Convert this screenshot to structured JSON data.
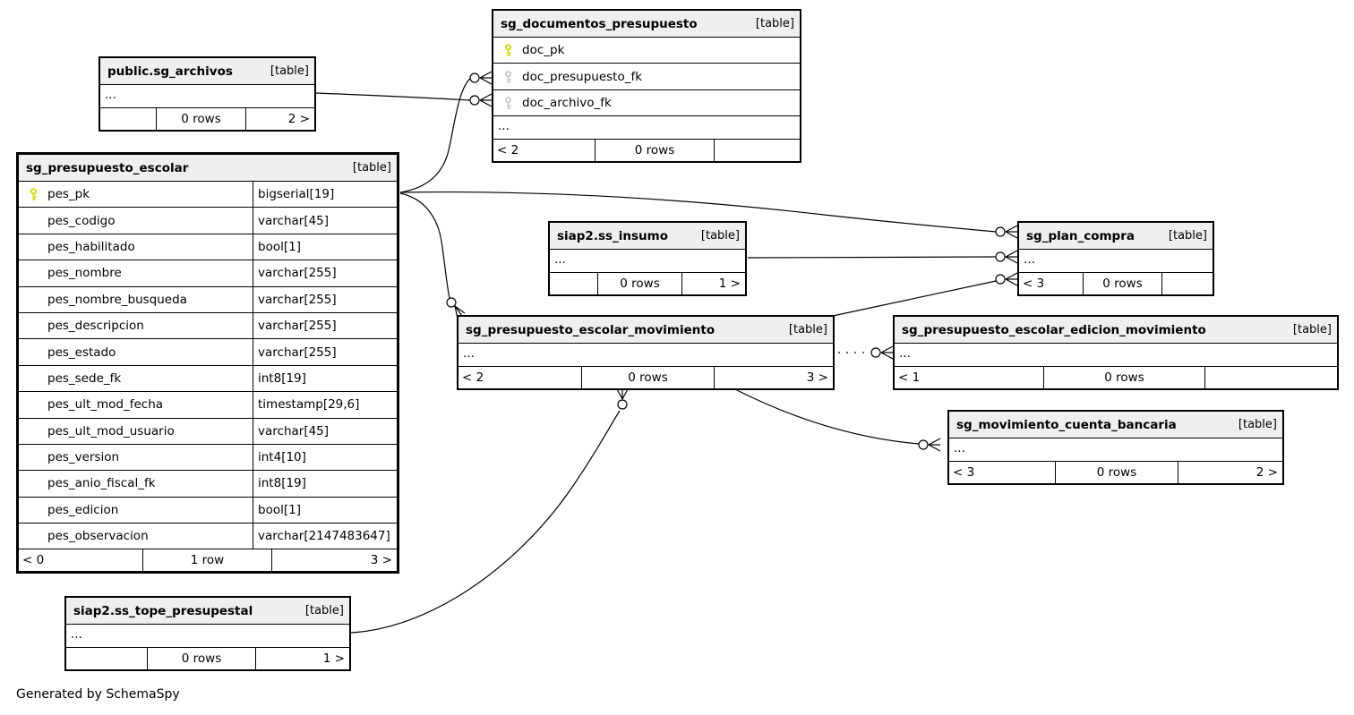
{
  "diagram": {
    "credit": "Generated by SchemaSpy"
  },
  "colors": {
    "pk_key": "#d8d800",
    "fk_key": "#c9c9c9",
    "header_bg": "#efefef",
    "border": "#000000",
    "line": "#000000"
  },
  "tables": [
    {
      "id": "sg_documentos_presupuesto",
      "title": "sg_documentos_presupuesto",
      "tag": "[table]",
      "columns": [
        {
          "name": "doc_pk",
          "key": "pk"
        },
        {
          "name": "doc_presupuesto_fk",
          "key": "fk"
        },
        {
          "name": "doc_archivo_fk",
          "key": "fk"
        }
      ],
      "ellipsis": "...",
      "footer": {
        "left": "< 2",
        "center": "0 rows",
        "right": ""
      }
    },
    {
      "id": "public.sg_archivos",
      "title": "public.sg_archivos",
      "tag": "[table]",
      "columns": [],
      "ellipsis": "...",
      "footer": {
        "left": "",
        "center": "0 rows",
        "right": "2 >"
      }
    },
    {
      "id": "sg_presupuesto_escolar",
      "title": "sg_presupuesto_escolar",
      "tag": "[table]",
      "columns": [
        {
          "name": "pes_pk",
          "type": "bigserial[19]",
          "key": "pk"
        },
        {
          "name": "pes_codigo",
          "type": "varchar[45]"
        },
        {
          "name": "pes_habilitado",
          "type": "bool[1]"
        },
        {
          "name": "pes_nombre",
          "type": "varchar[255]"
        },
        {
          "name": "pes_nombre_busqueda",
          "type": "varchar[255]"
        },
        {
          "name": "pes_descripcion",
          "type": "varchar[255]"
        },
        {
          "name": "pes_estado",
          "type": "varchar[255]"
        },
        {
          "name": "pes_sede_fk",
          "type": "int8[19]"
        },
        {
          "name": "pes_ult_mod_fecha",
          "type": "timestamp[29,6]"
        },
        {
          "name": "pes_ult_mod_usuario",
          "type": "varchar[45]"
        },
        {
          "name": "pes_version",
          "type": "int4[10]"
        },
        {
          "name": "pes_anio_fiscal_fk",
          "type": "int8[19]"
        },
        {
          "name": "pes_edicion",
          "type": "bool[1]"
        },
        {
          "name": "pes_observacion",
          "type": "varchar[2147483647]"
        }
      ],
      "ellipsis": "",
      "footer": {
        "left": "< 0",
        "center": "1 row",
        "right": "3 >"
      }
    },
    {
      "id": "siap2.ss_insumo",
      "title": "siap2.ss_insumo",
      "tag": "[table]",
      "columns": [],
      "ellipsis": "...",
      "footer": {
        "left": "",
        "center": "0 rows",
        "right": "1 >"
      }
    },
    {
      "id": "sg_plan_compra",
      "title": "sg_plan_compra",
      "tag": "[table]",
      "columns": [],
      "ellipsis": "...",
      "footer": {
        "left": "< 3",
        "center": "0 rows",
        "right": ""
      }
    },
    {
      "id": "sg_presupuesto_escolar_movimiento",
      "title": "sg_presupuesto_escolar_movimiento",
      "tag": "[table]",
      "columns": [],
      "ellipsis": "...",
      "footer": {
        "left": "< 2",
        "center": "0 rows",
        "right": "3 >"
      }
    },
    {
      "id": "sg_presupuesto_escolar_edicion_movimiento",
      "title": "sg_presupuesto_escolar_edicion_movimiento",
      "tag": "[table]",
      "columns": [],
      "ellipsis": "...",
      "footer": {
        "left": "< 1",
        "center": "0 rows",
        "right": ""
      }
    },
    {
      "id": "sg_movimiento_cuenta_bancaria",
      "title": "sg_movimiento_cuenta_bancaria",
      "tag": "[table]",
      "columns": [],
      "ellipsis": "...",
      "footer": {
        "left": "< 3",
        "center": "0 rows",
        "right": "2 >"
      }
    },
    {
      "id": "siap2.ss_tope_presupestal",
      "title": "siap2.ss_tope_presupestal",
      "tag": "[table]",
      "columns": [],
      "ellipsis": "...",
      "footer": {
        "left": "",
        "center": "0 rows",
        "right": "1 >"
      }
    }
  ],
  "relationships": [
    {
      "from": "public.sg_archivos",
      "to": "sg_documentos_presupuesto.doc_archivo_fk",
      "style": "solid"
    },
    {
      "from": "sg_presupuesto_escolar.pes_pk",
      "to": "sg_documentos_presupuesto.doc_presupuesto_fk",
      "style": "solid"
    },
    {
      "from": "sg_presupuesto_escolar.pes_pk",
      "to": "sg_plan_compra",
      "style": "solid"
    },
    {
      "from": "sg_presupuesto_escolar.pes_pk",
      "to": "sg_presupuesto_escolar_movimiento",
      "style": "solid"
    },
    {
      "from": "siap2.ss_insumo",
      "to": "sg_plan_compra",
      "style": "solid"
    },
    {
      "from": "sg_presupuesto_escolar_movimiento",
      "to": "sg_plan_compra",
      "style": "solid"
    },
    {
      "from": "sg_presupuesto_escolar_movimiento",
      "to": "sg_presupuesto_escolar_edicion_movimiento",
      "style": "dashed"
    },
    {
      "from": "siap2.ss_tope_presupestal",
      "to": "sg_presupuesto_escolar_movimiento",
      "style": "solid"
    },
    {
      "from": "sg_presupuesto_escolar_movimiento",
      "to": "sg_movimiento_cuenta_bancaria",
      "style": "solid"
    }
  ]
}
